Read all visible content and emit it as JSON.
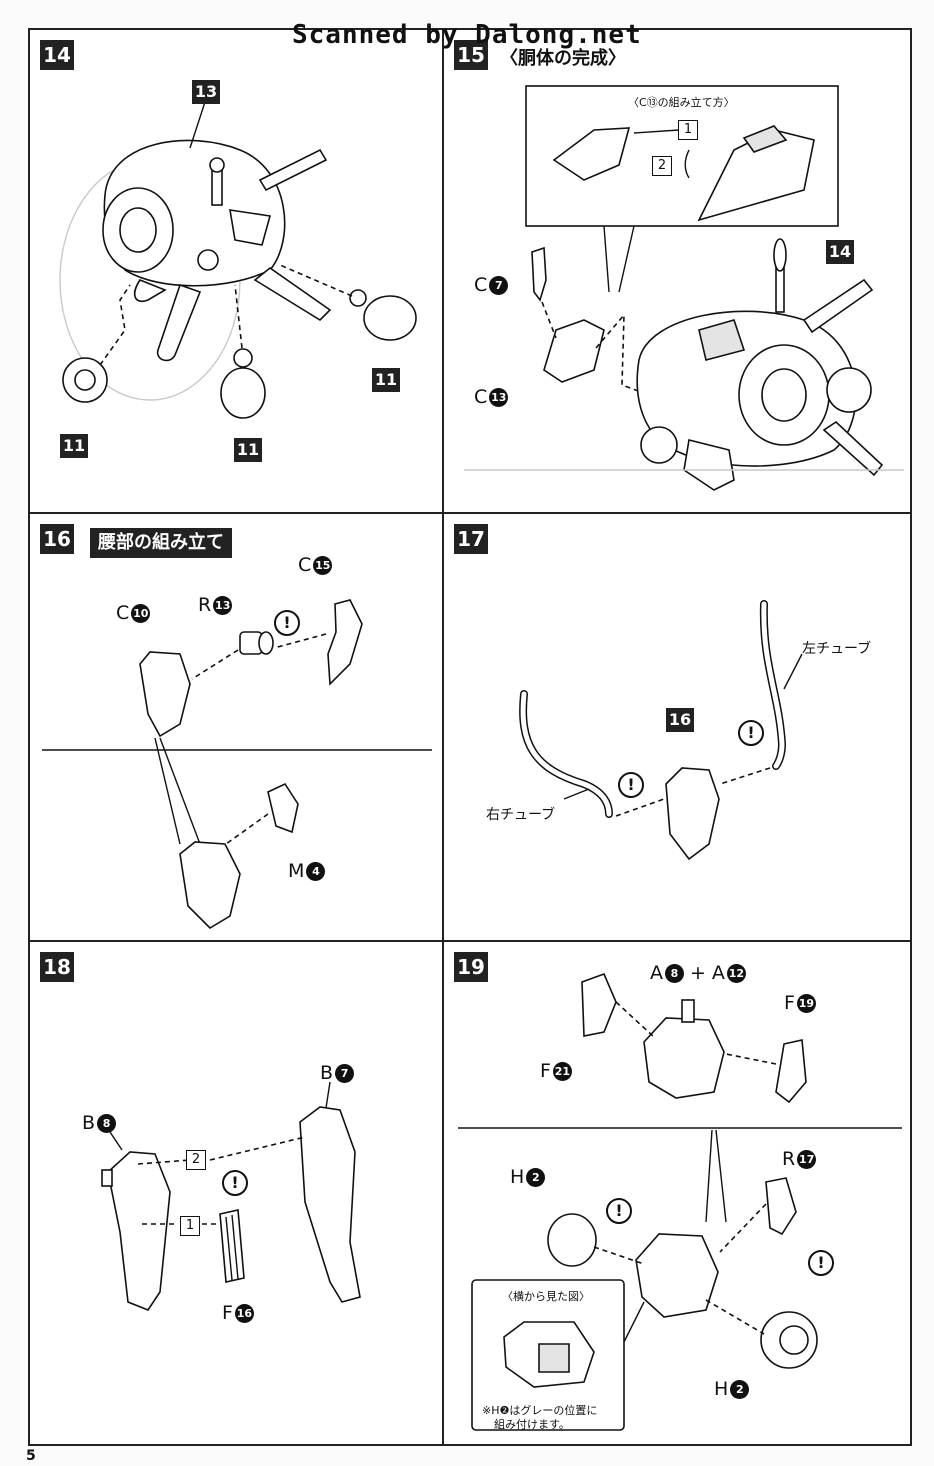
{
  "watermark": "Scanned by Dalong.net",
  "page_number": "5",
  "steps": {
    "s14": {
      "number": "14",
      "tags": [
        "13",
        "11",
        "11",
        "11"
      ]
    },
    "s15": {
      "number": "15",
      "title": "〈胴体の完成〉",
      "inset_title": "〈C⑬の組み立て方〉",
      "inset_seq": [
        "1",
        "2"
      ],
      "tag": "14",
      "labels": [
        "C",
        "C"
      ],
      "label_nums": [
        "7",
        "13"
      ]
    },
    "s16": {
      "number": "16",
      "title": "腰部の組み立て",
      "labels": [
        "C",
        "R",
        "C",
        "M"
      ],
      "label_nums": [
        "10",
        "13",
        "15",
        "4"
      ]
    },
    "s17": {
      "number": "17",
      "tag": "16",
      "left_tube": "左チューブ",
      "right_tube": "右チューブ"
    },
    "s18": {
      "number": "18",
      "labels": [
        "B",
        "B",
        "F"
      ],
      "label_nums": [
        "8",
        "7",
        "16"
      ],
      "seq": [
        "2",
        "1"
      ]
    },
    "s19": {
      "number": "19",
      "labels": [
        "A",
        "A",
        "F",
        "F",
        "H",
        "R",
        "H"
      ],
      "label_nums": [
        "8",
        "12",
        "19",
        "21",
        "2",
        "17",
        "2"
      ],
      "plus": "+",
      "side_view_title": "〈横から見た図〉",
      "note_line1": "※H❷はグレーの位置に",
      "note_line2": "組み付けます。"
    }
  }
}
